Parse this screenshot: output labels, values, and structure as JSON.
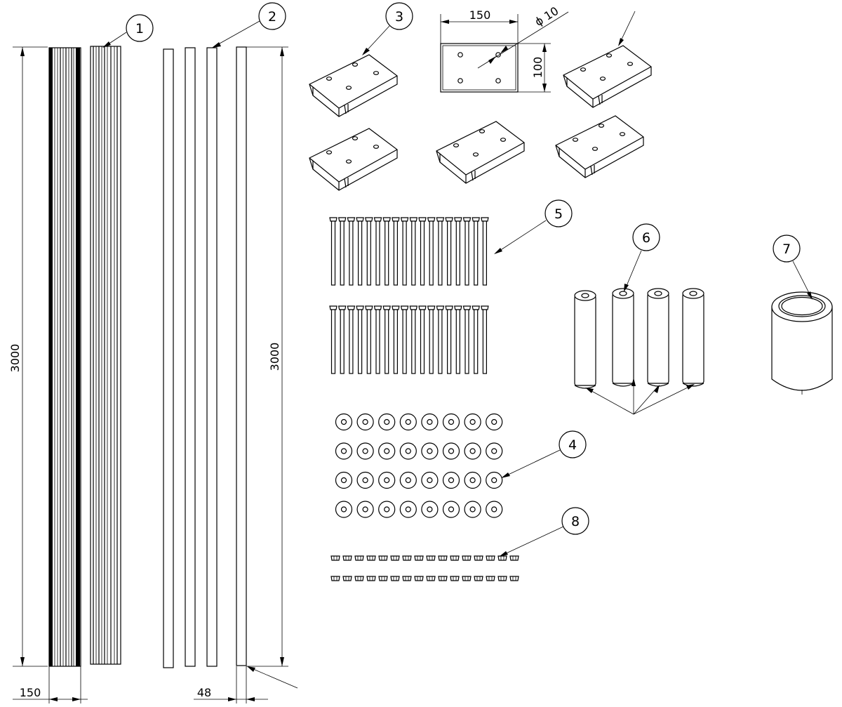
{
  "balloons": {
    "b1": "1",
    "b2": "2",
    "b3": "3",
    "b4": "4",
    "b5": "5",
    "b6": "6",
    "b7": "7",
    "b8": "8"
  },
  "dimensions": {
    "left_height": "3000",
    "right_height": "3000",
    "profile_width": "150",
    "angle_width": "48",
    "plate_width": "150",
    "plate_height": "100",
    "hole_diameter": "ϕ 10"
  },
  "parts_counts": {
    "plates": 6,
    "bolts_per_row": 18,
    "bolt_rows": 2,
    "washers_per_row": 8,
    "washer_rows": 4,
    "nuts_per_row": 16,
    "nut_rows": 2,
    "rollers": 4,
    "sleeves": 1
  }
}
